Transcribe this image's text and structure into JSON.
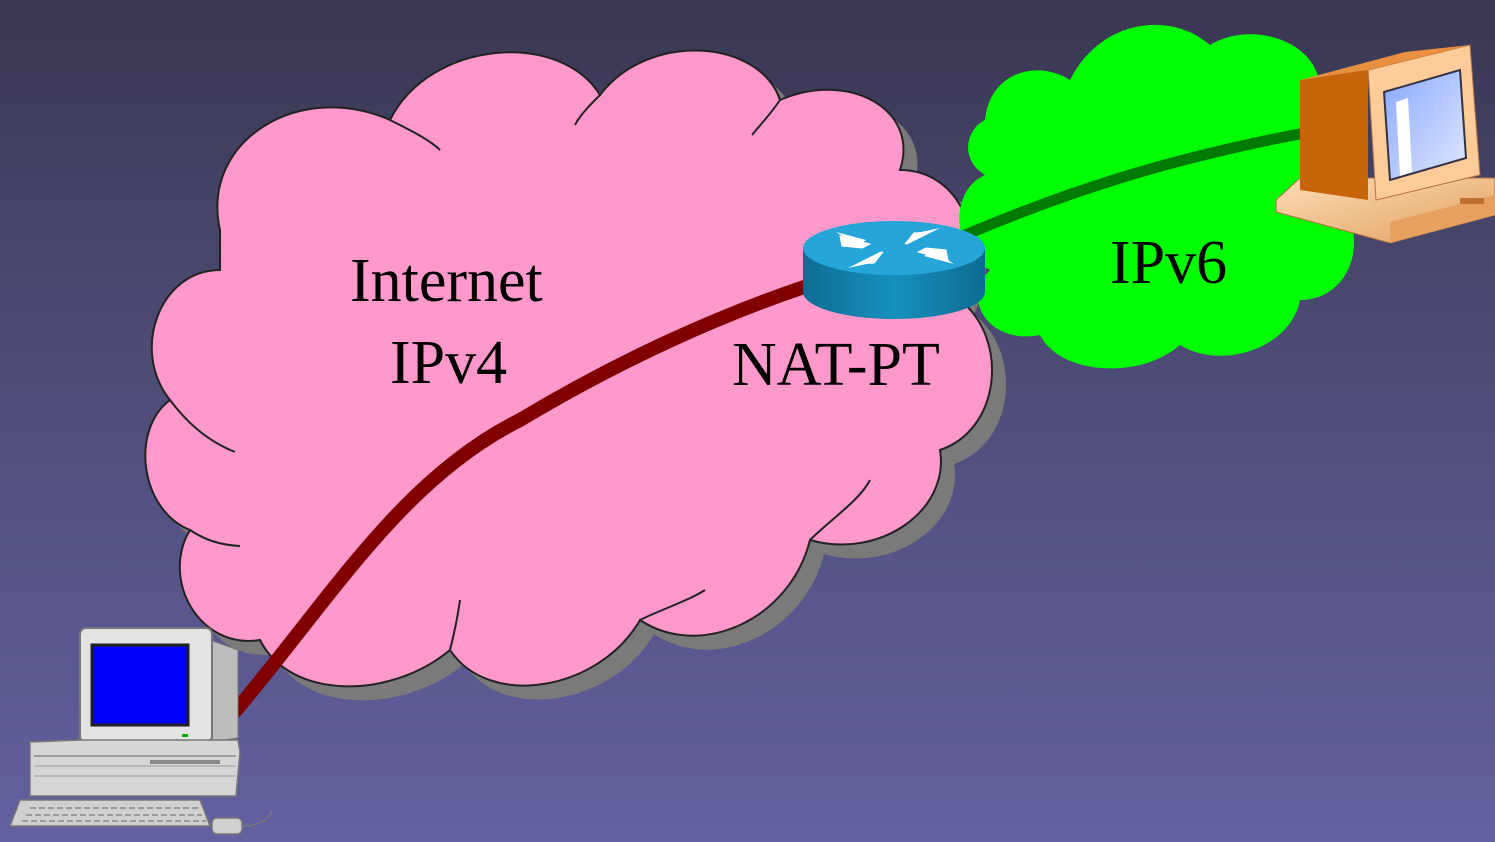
{
  "internet_cloud": {
    "line1": "Internet",
    "line2": "IPv4",
    "fill": "#ff99cc"
  },
  "ipv6_cloud": {
    "label": "IPv6",
    "fill": "#00ff00"
  },
  "router": {
    "label": "NAT-PT",
    "color": "#1a9bc4",
    "icon": "router-icon"
  },
  "links": {
    "ipv4_color": "#800000",
    "ipv6_color": "#007a00"
  },
  "hosts": {
    "ipv4_host_icon": "desktop-computer-icon",
    "ipv6_host_icon": "computer-monitor-icon"
  }
}
